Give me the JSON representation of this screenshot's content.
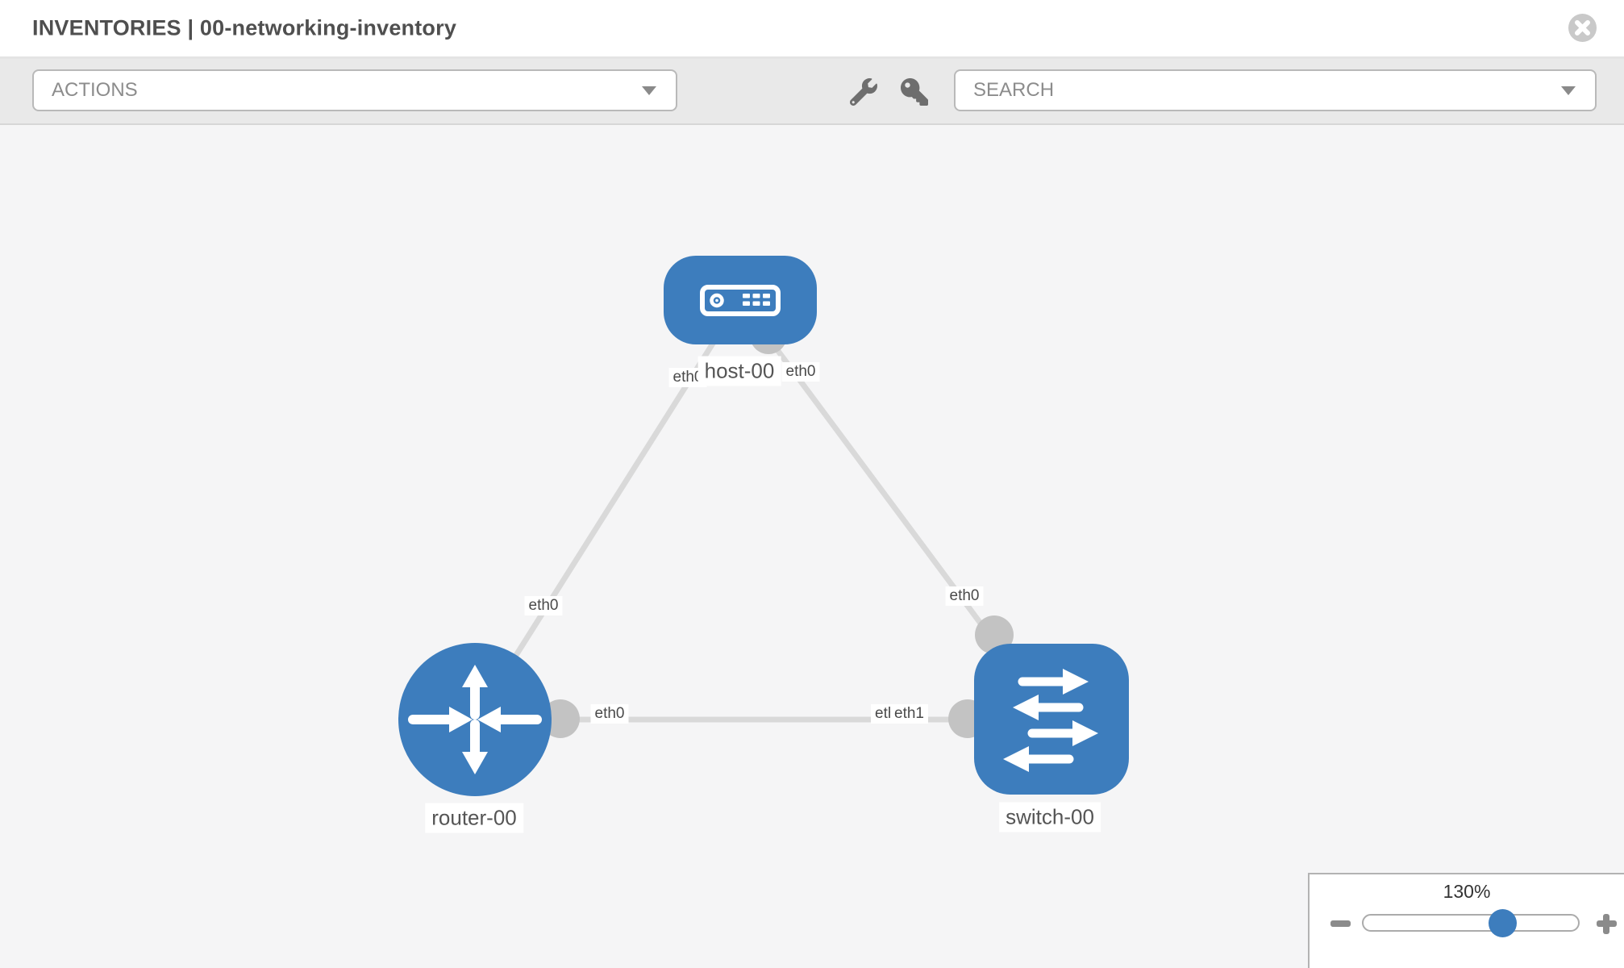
{
  "header": {
    "title": "INVENTORIES | 00-networking-inventory",
    "close_icon": "circle-x-icon"
  },
  "toolbar": {
    "actions_label": "ACTIONS",
    "search_placeholder": "SEARCH",
    "icons": [
      "wrench-icon",
      "key-icon"
    ]
  },
  "topology": {
    "nodes": [
      {
        "id": "host-00",
        "label": "host-00",
        "type": "host",
        "icon": "server-icon"
      },
      {
        "id": "router-00",
        "label": "router-00",
        "type": "router",
        "icon": "router-arrows-icon"
      },
      {
        "id": "switch-00",
        "label": "switch-00",
        "type": "switch",
        "icon": "switch-arrows-icon"
      }
    ],
    "links": [
      {
        "from": "router-00",
        "to": "host-00",
        "from_port": "eth0",
        "to_port": "eth0"
      },
      {
        "from": "host-00",
        "to": "switch-00",
        "from_port": "eth0",
        "to_port": "eth0"
      },
      {
        "from": "router-00",
        "to": "switch-00",
        "from_port": "eth0",
        "to_ports": [
          "eth0",
          "eth1"
        ]
      }
    ]
  },
  "zoom_control": {
    "level": "130%",
    "minus_icon": "zoom-out-icon",
    "plus_icon": "zoom-in-icon"
  },
  "colors": {
    "node_blue": "#3d7dbd",
    "link_gray": "#d9d9d9",
    "connector_gray": "#c3c3c3",
    "canvas_bg": "#f5f5f6",
    "toolbar_bg": "#e9e9e9"
  }
}
